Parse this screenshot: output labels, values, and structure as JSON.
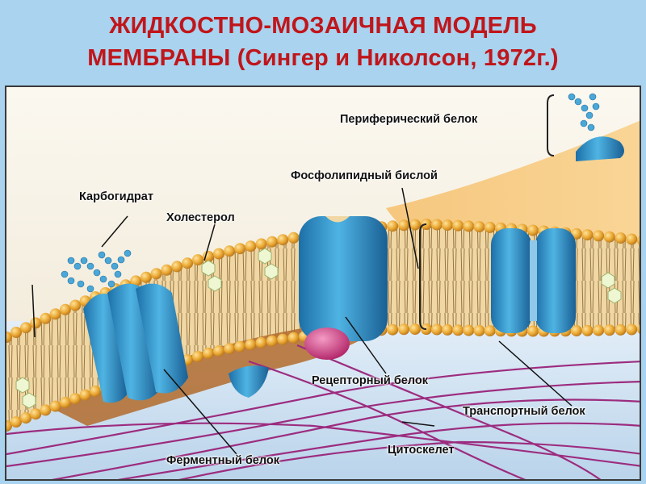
{
  "title": {
    "line1": "ЖИДКОСТНО-МОЗАИЧНАЯ МОДЕЛЬ",
    "line2": "МЕМБРАНЫ (Сингер и Николсон, 1972г.)"
  },
  "labels": {
    "peripheral_protein": "Периферический белок",
    "phospholipid_bilayer": "Фосфолипидный бислой",
    "carbohydrate": "Карбогидрат",
    "cholesterol": "Холестерол",
    "receptor_protein": "Рецепторный белок",
    "transport_protein": "Транспортный белок",
    "cytoskeleton": "Цитоскелет",
    "enzyme_protein": "Ферментный белок"
  },
  "colors": {
    "title": "#c0161b",
    "background": "#a9d3ef",
    "protein": "#2a8fc6",
    "lipid_head": "#e3a22a",
    "cytoskeleton": "#9c2c7f",
    "receptor": "#c8337a"
  }
}
